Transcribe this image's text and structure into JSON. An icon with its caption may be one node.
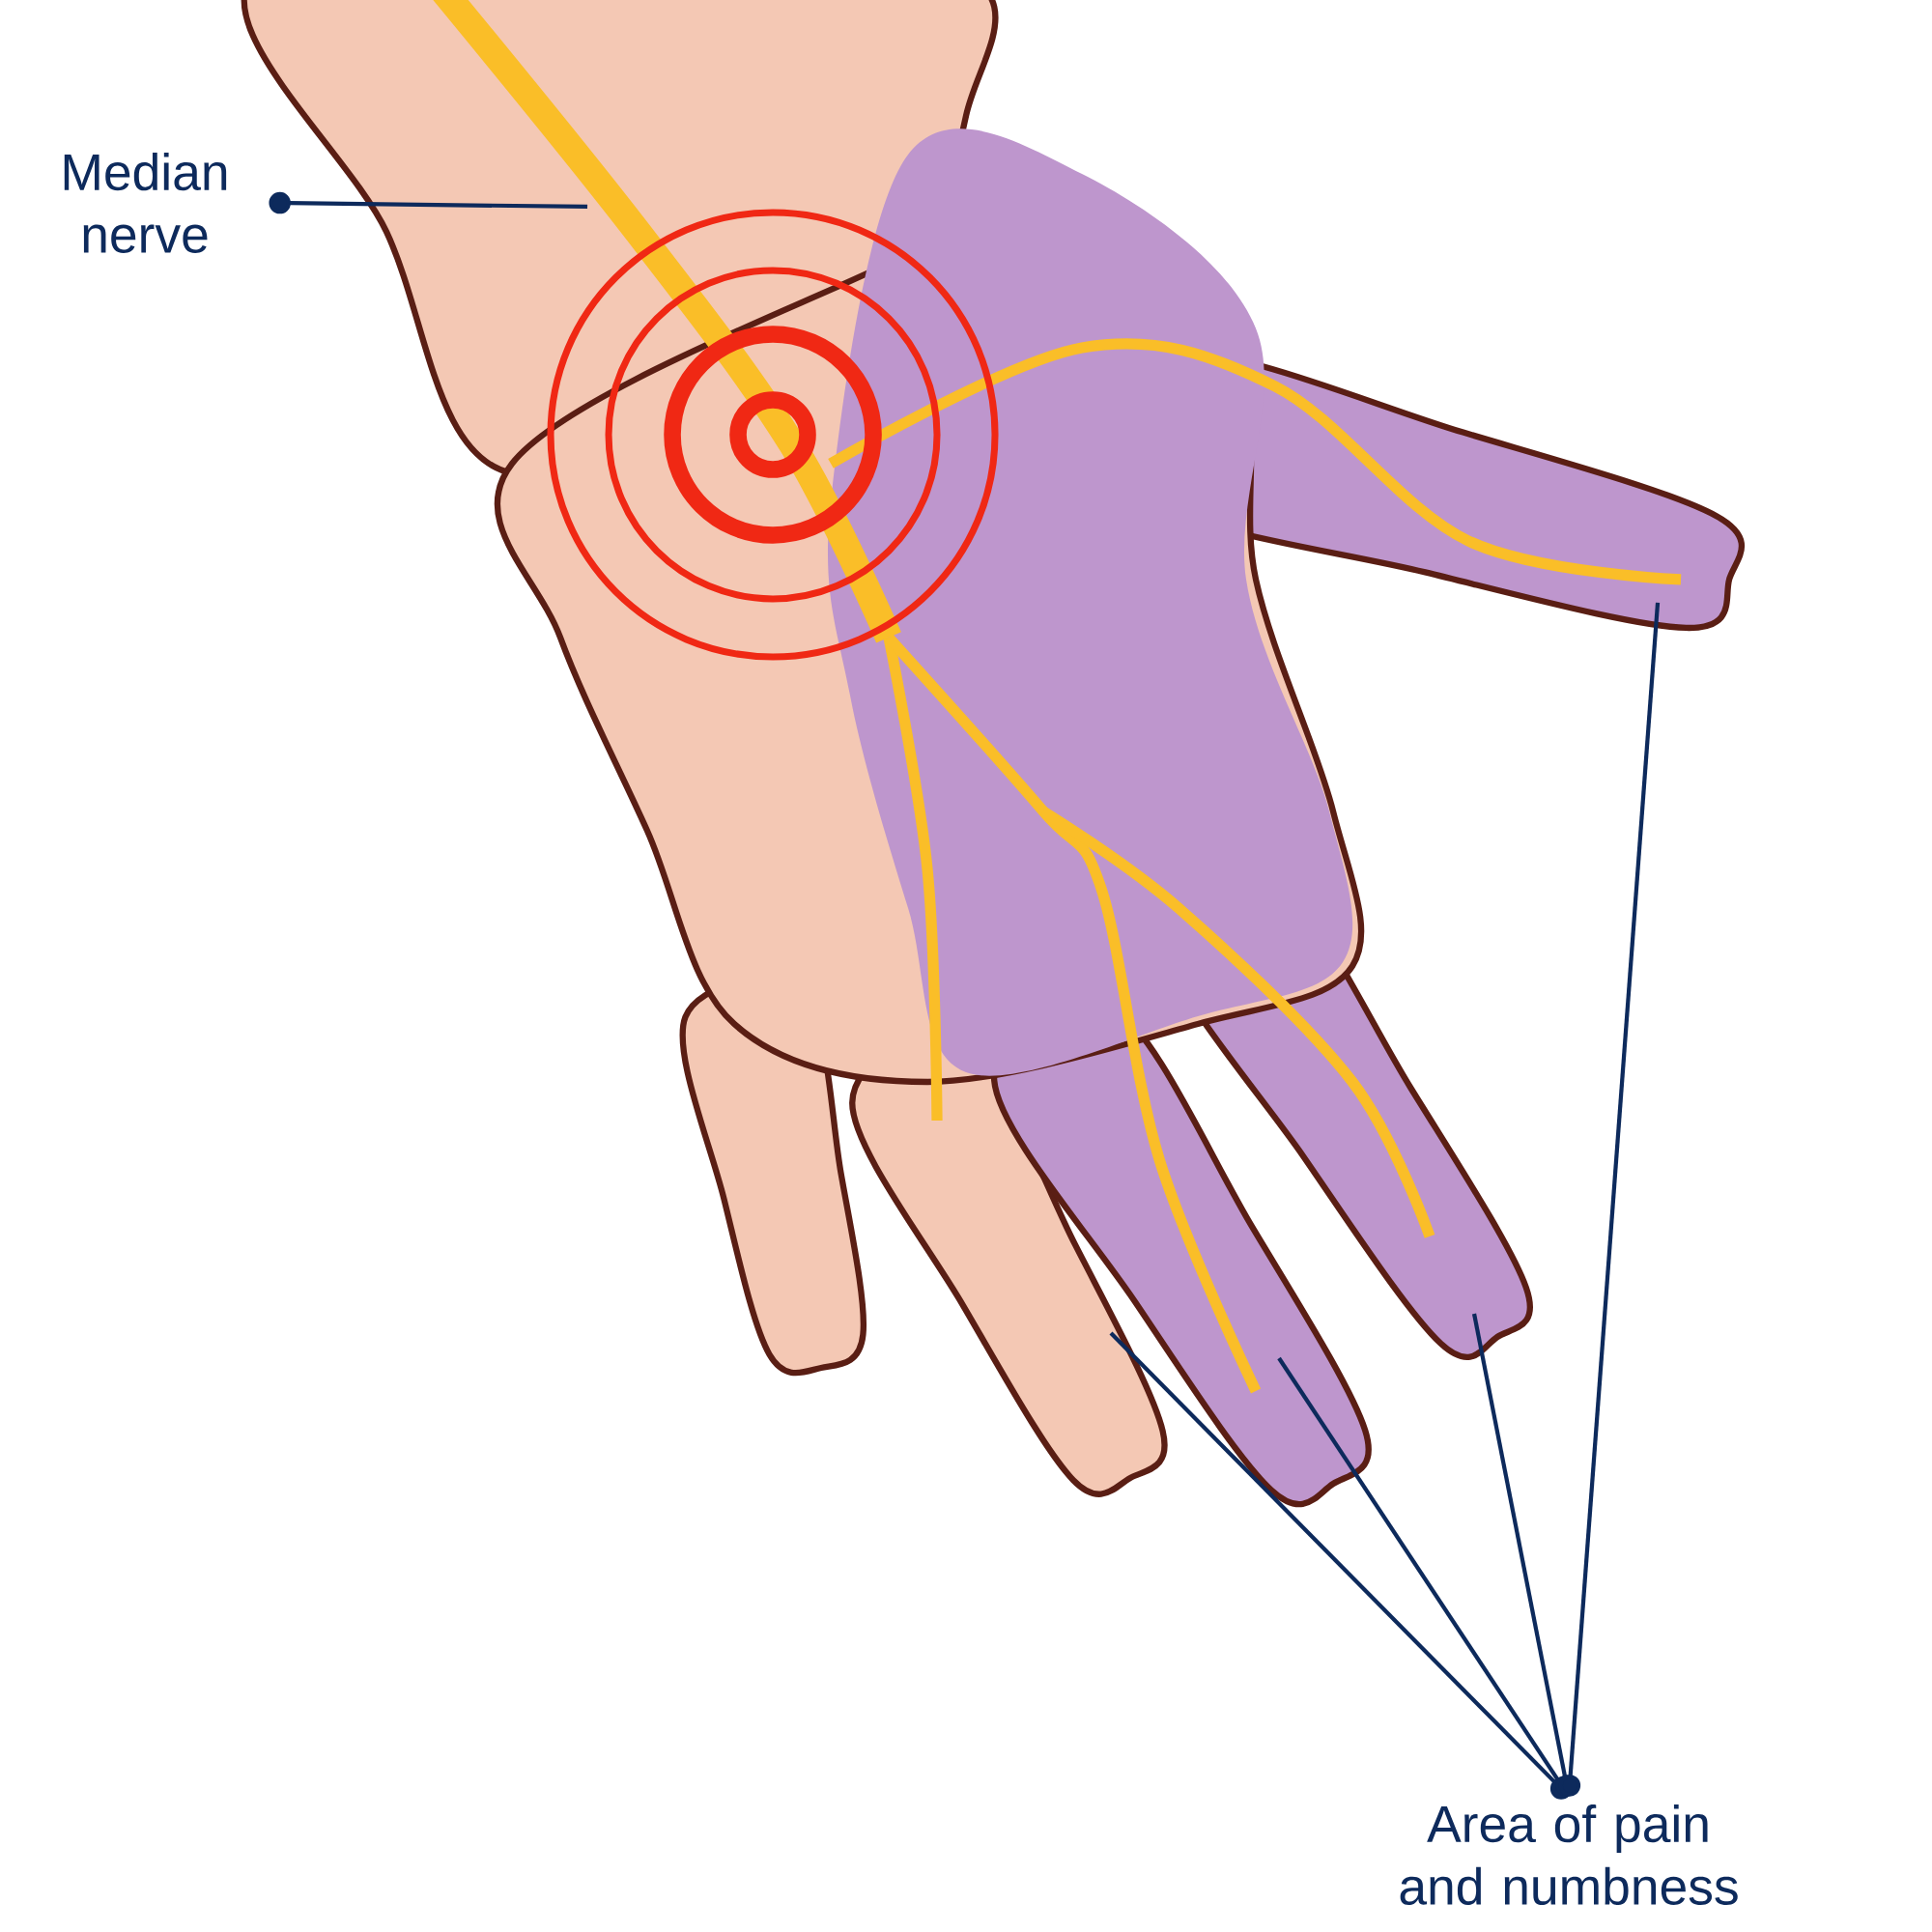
{
  "diagram": {
    "nodes": [
      {
        "text": [
          "Median nerve"
        ]
      },
      {
        "text": [
          "Area of pain and numbness"
        ]
      }
    ],
    "edges": [
      {
        "from": 0,
        "to": null,
        "arrow": "other"
      },
      {
        "from": 1,
        "to": null,
        "arrow": "other"
      },
      {
        "from": 1,
        "to": null,
        "arrow": "other"
      },
      {
        "from": 1,
        "to": null,
        "arrow": "other"
      },
      {
        "from": 1,
        "to": null,
        "arrow": "other"
      }
    ]
  }
}
